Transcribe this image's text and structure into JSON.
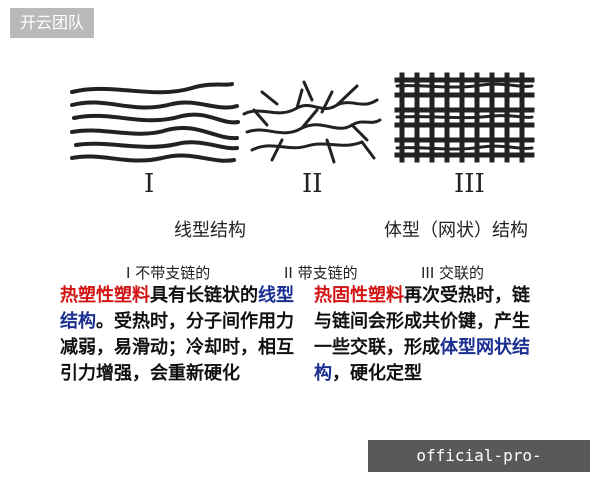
{
  "badge": {
    "text": "开云团队"
  },
  "diagram": {
    "labels": [
      "I",
      "II",
      "III"
    ]
  },
  "captions": {
    "left": "线型结构",
    "right": "体型（网状）结构"
  },
  "subcaptions": {
    "i": "I 不带支链的",
    "ii": "II 带支链的",
    "iii": "III 交联的"
  },
  "paragraphs": {
    "left": {
      "title_red": "热塑性塑料",
      "text1": "具有长链状的",
      "blue": "线型结构",
      "text2": "。受热时，分子间作用力减弱，易滑动；冷却时，相互引力增强，会重新硬化"
    },
    "right": {
      "title_red": "热固性塑料",
      "text1": "再次受热时，链与链间会形成共价键，产生一些交联，形成",
      "blue": "体型网状结构",
      "text2": "，硬化定型"
    }
  },
  "watermark": {
    "url": "official-pro-kaiyun.com.cn"
  }
}
